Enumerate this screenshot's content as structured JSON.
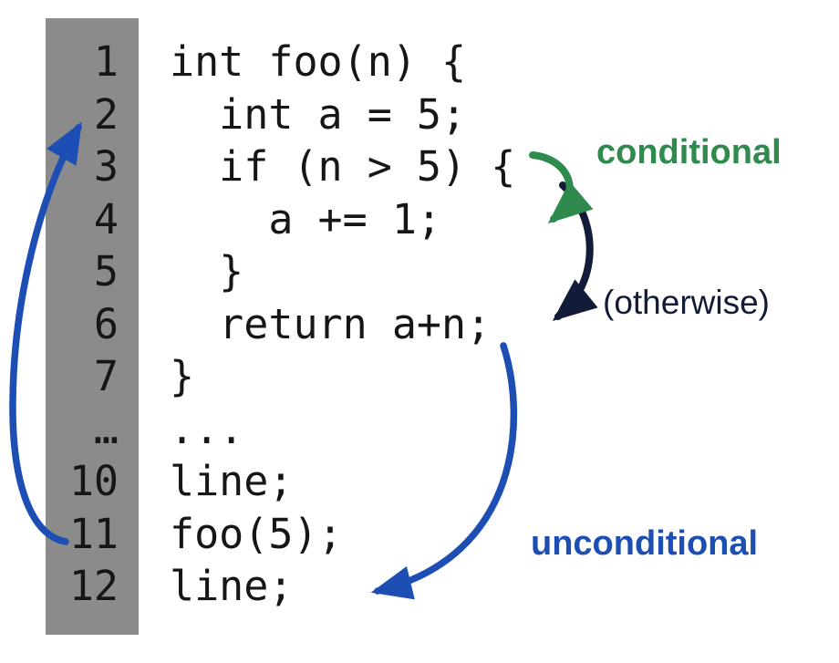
{
  "code": {
    "lines": [
      {
        "num": "1",
        "text": "int foo(n) {"
      },
      {
        "num": "2",
        "text": "  int a = 5;"
      },
      {
        "num": "3",
        "text": "  if (n > 5) {"
      },
      {
        "num": "4",
        "text": "    a += 1;"
      },
      {
        "num": "5",
        "text": "  }"
      },
      {
        "num": "6",
        "text": "  return a+n;"
      },
      {
        "num": "7",
        "text": "}"
      },
      {
        "num": "…",
        "text": "..."
      },
      {
        "num": "10",
        "text": "line;"
      },
      {
        "num": "11",
        "text": "foo(5);"
      },
      {
        "num": "12",
        "text": "line;"
      }
    ]
  },
  "labels": {
    "conditional": "conditional",
    "otherwise": "(otherwise)",
    "unconditional": "unconditional"
  },
  "colors": {
    "conditional_green": "#2e8b4d",
    "otherwise_navy": "#121c38",
    "unconditional_blue": "#1c4eb4",
    "gutter_gray": "#8b8b8b",
    "code_text": "#161616"
  },
  "arrows": [
    {
      "name": "conditional-branch",
      "from_line": "3",
      "to_line": "4",
      "color": "#2e8b4d"
    },
    {
      "name": "otherwise-branch",
      "from_line": "3",
      "to_line": "6",
      "color": "#121c38"
    },
    {
      "name": "unconditional-call",
      "from_line": "11",
      "to_line": "2",
      "color": "#1c4eb4"
    },
    {
      "name": "unconditional-return",
      "from_line": "6",
      "to_line": "12",
      "color": "#1c4eb4"
    }
  ]
}
